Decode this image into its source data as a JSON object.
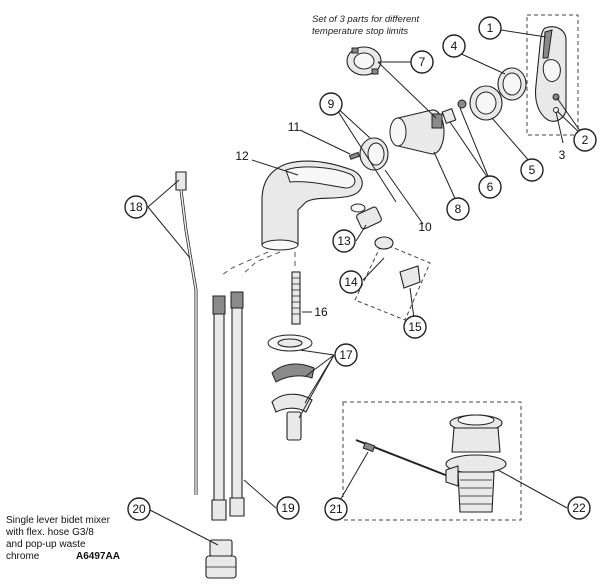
{
  "note": {
    "line1": "Set of 3 parts for different",
    "line2": "temperature stop limits"
  },
  "caption": {
    "line1": "Single lever bidet mixer",
    "line2": "with flex. hose G3/8",
    "line3": "and pop-up waste",
    "line4": "chrome",
    "code": "A6497AA"
  },
  "callouts": {
    "n1": "1",
    "n2": "2",
    "n3": "3",
    "n4": "4",
    "n5": "5",
    "n6": "6",
    "n7": "7",
    "n8": "8",
    "n9": "9",
    "n10": "10",
    "n11": "11",
    "n12": "12",
    "n13": "13",
    "n14": "14",
    "n15": "15",
    "n16": "16",
    "n17": "17",
    "n18": "18",
    "n19": "19",
    "n20": "20",
    "n21": "21",
    "n22": "22"
  }
}
